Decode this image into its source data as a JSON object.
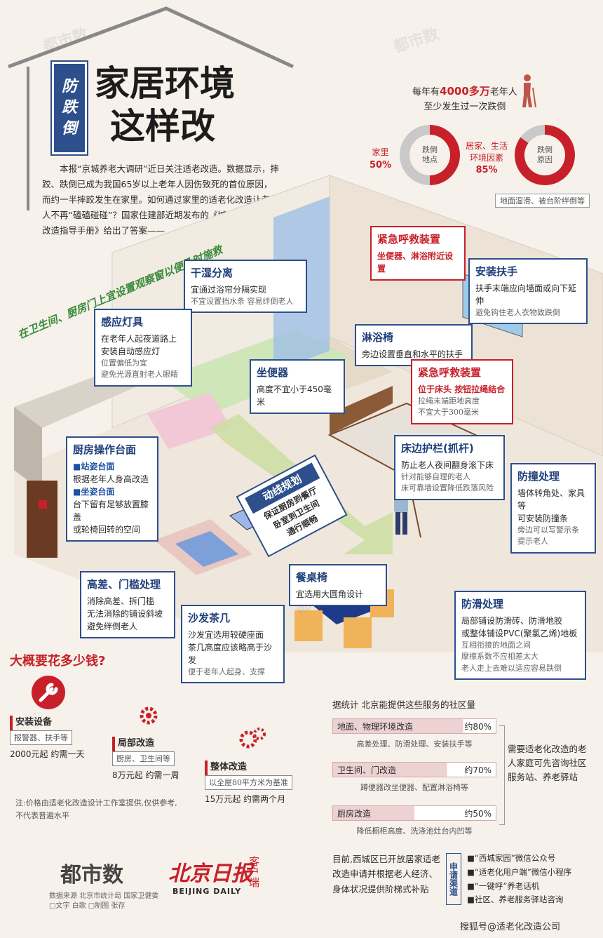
{
  "header": {
    "badge": [
      "防",
      "跌",
      "倒"
    ],
    "title_line1": "家居环境",
    "title_line2": "这样改"
  },
  "intro": {
    "text": "本报“京城养老大调研”近日关注适老改造。数据显示，摔跤、跌倒已成为我国65岁以上老年人因伤致死的首位原因，而约一半摔跤发生在家里。如何通过家里的适老化改造让老年人不再“磕磕碰碰”？国家住建部近期发布的《城市居家适老化改造指导手册》给出了答案——"
  },
  "stats": {
    "headline_pre": "每年有",
    "headline_num": "4000多万",
    "headline_post": "老年人",
    "headline_line2": "至少发生过一次跌倒",
    "donut1": {
      "label": "家里",
      "value": "50%",
      "center": "跌倒\n地点",
      "percent": 50
    },
    "donut2": {
      "label": "居家、生活环境因素",
      "value": "85%",
      "center": "跌倒\n原因",
      "percent": 85
    },
    "note": "地面湿滑、被台阶绊倒等"
  },
  "diagonal_banner": "在卫生间、厨房门上宜设置观察窗以便及时施救",
  "cards": {
    "dry_wet": {
      "title": "干湿分离",
      "line1": "宜通过浴帘分隔实现",
      "sub": "不宜设置挡水条 容易绊倒老人"
    },
    "emergency1": {
      "title": "紧急呼救装置",
      "line1": "坐便器、淋浴附近设置"
    },
    "handrail": {
      "title": "安装扶手",
      "line1": "扶手末端应向墙面或向下延伸",
      "sub": "避免钩住老人衣物致跌倒"
    },
    "shower_chair": {
      "title": "淋浴椅",
      "line1": "旁边设置垂直和水平的扶手"
    },
    "sensor_light": {
      "title": "感应灯具",
      "line1": "在老年人起夜道路上",
      "line2": "安装自动感应灯",
      "sub1": "位置偏低为宜",
      "sub2": "避免光源直射老人眼睛"
    },
    "toilet": {
      "title": "坐便器",
      "line1": "高度不宜小于450毫米"
    },
    "emergency2": {
      "title": "紧急呼救装置",
      "line1": "位于床头 按钮拉绳结合",
      "sub1": "拉绳末端距地高度",
      "sub2": "不宜大于300毫米"
    },
    "bed_rail": {
      "title": "床边护栏(抓杆)",
      "line1": "防止老人夜间翻身滚下床",
      "sub1": "针对能够自理的老人",
      "sub2": "床可靠墙设置降低跌落风险"
    },
    "kitchen": {
      "title": "厨房操作台面",
      "h1": "■站姿台面",
      "l1": "根据老年人身高改造",
      "h2": "■坐姿台面",
      "l2": "台下留有足够放置膝盖",
      "l3": "或轮椅回转的空间"
    },
    "route": {
      "title": "动线规划",
      "l1": "保证厨房到餐厅",
      "l2": "卧室到卫生间",
      "l3": "通行顺畅"
    },
    "bump": {
      "title": "防撞处理",
      "line1": "墙体转角处、家具等",
      "line2": "可安装防撞条",
      "sub1": "旁边可以写警示条",
      "sub2": "提示老人"
    },
    "threshold": {
      "title": "高差、门槛处理",
      "l1": "消除高差、拆门槛",
      "l2": "无法消除的铺设斜坡",
      "l3": "避免绊倒老人"
    },
    "dining_chair": {
      "title": "餐桌椅",
      "line1": "宜选用大圆角设计"
    },
    "sofa": {
      "title": "沙发茶几",
      "l1": "沙发宜选用较硬座面",
      "l2": "茶几高度应该略高于沙发",
      "sub": "便于老年人起身、支撑"
    },
    "antislip": {
      "title": "防滑处理",
      "l1": "局部铺设防滑砖、防滑地胶",
      "l2": "或整体铺设PVC(聚氯乙烯)地板",
      "sub1": "互相衔接的地面之间",
      "sub2": "摩擦系数不应相差太大",
      "sub3": "老人走上去难以适应容易跌倒"
    }
  },
  "cost": {
    "title": "大概要花多少钱?",
    "items": [
      {
        "name": "安装设备",
        "tag": "报警器、扶手等",
        "price": "2000元起",
        "time": "约需一天"
      },
      {
        "name": "局部改造",
        "tag": "厨房、卫生间等",
        "price": "8万元起",
        "time": "约需一周"
      },
      {
        "name": "整体改造",
        "tag": "以全屋80平方米为基准",
        "price": "15万元起",
        "time": "约需两个月"
      }
    ],
    "note": "注:价格由适老化改造设计工作室提供,仅供参考,不代表普遍水平"
  },
  "community": {
    "title": "据统计 北京能提供这些服务的社区量",
    "rows": [
      {
        "label": "地面、物理环境改造",
        "value": "约80%",
        "desc": "高差处理、防滑处理、安装扶手等",
        "pct": 80
      },
      {
        "label": "卫生间、门改造",
        "value": "约70%",
        "desc": "蹲便器改坐便器、配置淋浴椅等",
        "pct": 70
      },
      {
        "label": "厨房改造",
        "value": "约50%",
        "desc": "降低橱柜高度、洗涤池灶台内凹等",
        "pct": 50
      }
    ],
    "side": "需要适老化改造的老人家庭可先咨询社区服务站、养老驿站"
  },
  "footer": {
    "brand1": "都市数",
    "brand1_sub1": "数据来源 北京市统计局 国家卫健委",
    "brand1_sub2": "□文字 白歌 □制图 张存",
    "brand2": "北京日报",
    "brand2_en": "BEIJING DAILY",
    "brand2_tag": "客户端",
    "xicheng": "目前,西城区已开放居家适老改造申请并根据老人经济、身体状况提供阶梯式补贴",
    "channel_label": "申请渠道",
    "channels": [
      "■“西城家园”微信公众号",
      "■“适老化用户端”微信小程序",
      "■“一键呼”养老话机",
      "■社区、养老服务驿站咨询"
    ],
    "source": "搜狐号@适老化改造公司"
  },
  "colors": {
    "navy": "#2d4f8c",
    "red": "#c8202a",
    "floor": "#ebe3d7",
    "green": "#3a8a3a"
  }
}
